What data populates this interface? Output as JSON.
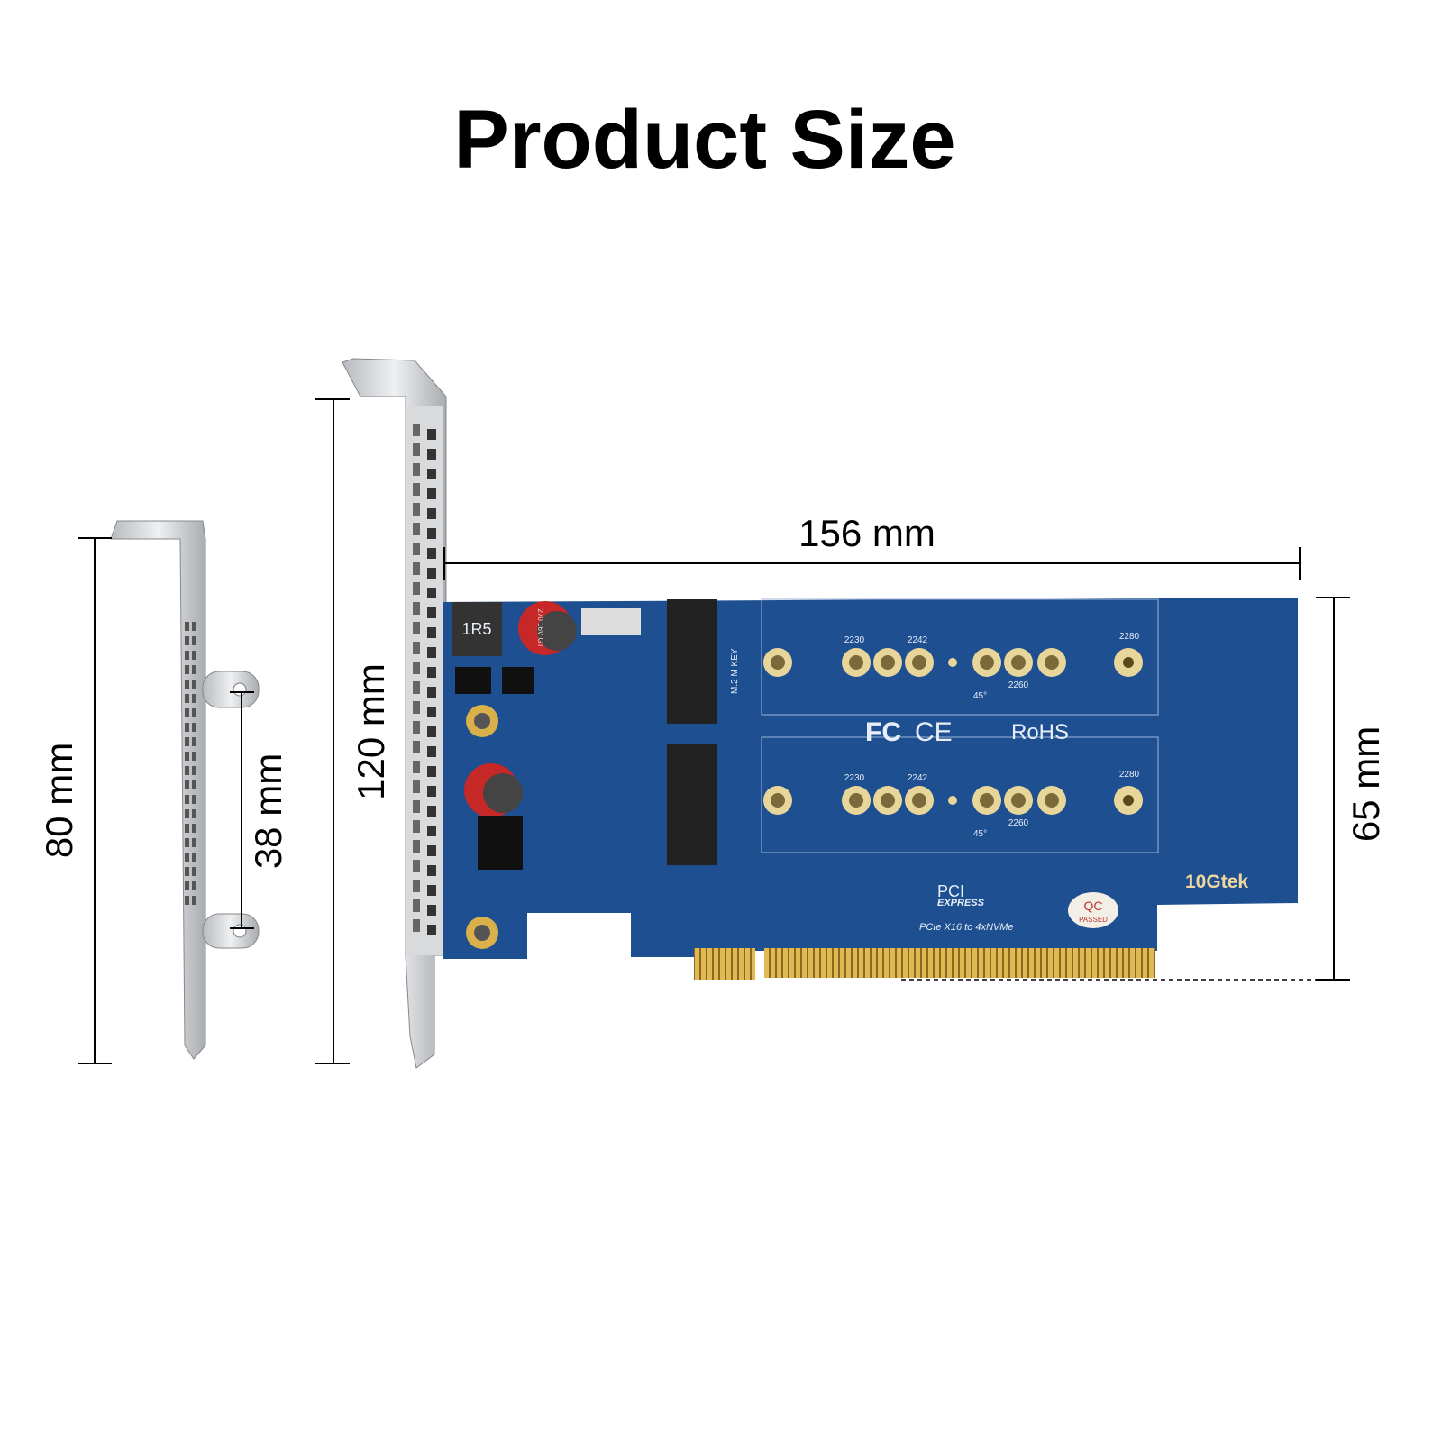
{
  "title": "Product Size",
  "dimensions": {
    "low_profile_height": "80 mm",
    "hole_spacing": "38 mm",
    "full_height": "120 mm",
    "card_length": "156 mm",
    "card_height": "65 mm"
  },
  "pcb": {
    "slot_sizes": [
      "2230",
      "2242",
      "2260",
      "2280"
    ],
    "angle": "45°",
    "key_label": "M.2  M  KEY",
    "certifications": [
      "FC",
      "CE",
      "RoHS"
    ],
    "pci_logo": "PCI",
    "pci_logo_sub": "EXPRESS",
    "model": "PCIe X16  to 4xNVMe",
    "brand": "10Gtek",
    "qc_top": "QC",
    "qc_bottom": "PASSED",
    "inductor": "1R5",
    "capacitor": "270 16V GT"
  },
  "colors": {
    "pcb": "#1d4f91",
    "bracket": "#c9ccd0",
    "gold": "#d9b04a"
  }
}
